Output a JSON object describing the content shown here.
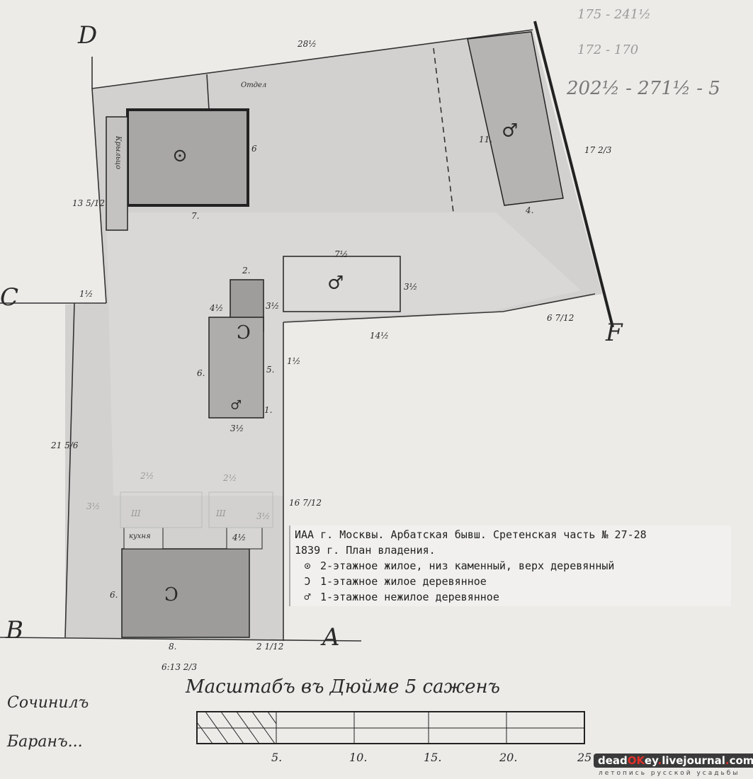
{
  "corners": {
    "d": "D",
    "c": "C",
    "b": "B",
    "a": "A",
    "f": "F"
  },
  "measurements": [
    "28½",
    "6",
    "7.",
    "13 5/12",
    "11.",
    "4.",
    "17 2/3",
    "7½",
    "3½",
    "2.",
    "3½",
    "4½",
    "6.",
    "5.",
    "1.",
    "3½",
    "1½",
    "14½",
    "6 7/12",
    "1½",
    "21 5/6",
    "16 7/12",
    "2½",
    "2½",
    "3½",
    "3½",
    "6.",
    "8.",
    "2 1/12",
    "6:13 2/3",
    "4½"
  ],
  "room_labels": {
    "top": "Отдел",
    "side": "Крыльцо",
    "kitchen": "кухня",
    "sh1": "Ш",
    "sh2": "Ш"
  },
  "building_symbols": {
    "two_storey_residential": "⊙",
    "one_storey_residential": "Ɔ",
    "one_storey_nonresidential": "♂"
  },
  "pencil_notes": [
    "175 - 241½",
    "172 - 170",
    "202½ - 271½ - 5"
  ],
  "scale": {
    "title": "Масштабъ въ Дюйме 5 саженъ",
    "ticks": [
      "5.",
      "10.",
      "15.",
      "20.",
      "25"
    ]
  },
  "signatures": [
    "Сочинилъ",
    "Баранъ..."
  ],
  "legend": {
    "line1": "ИАА г. Москвы. Арбатская бывш. Сретенская часть № 27-28",
    "line2": "1839 г. План владения.",
    "items": [
      {
        "symbol": "⊙",
        "text": "2-этажное жилое, низ каменный, верх деревянный"
      },
      {
        "symbol": "Ɔ",
        "text": "1-этажное жилое деревянное"
      },
      {
        "symbol": "♂",
        "text": "1-этажное нежилое деревянное"
      }
    ]
  },
  "watermark": {
    "a": "dead",
    "b": "OK",
    "c": "ey",
    "d": ".",
    "e": "livejournal",
    "f": ".",
    "g": "com",
    "sub": "летопись русской усадьбы"
  }
}
